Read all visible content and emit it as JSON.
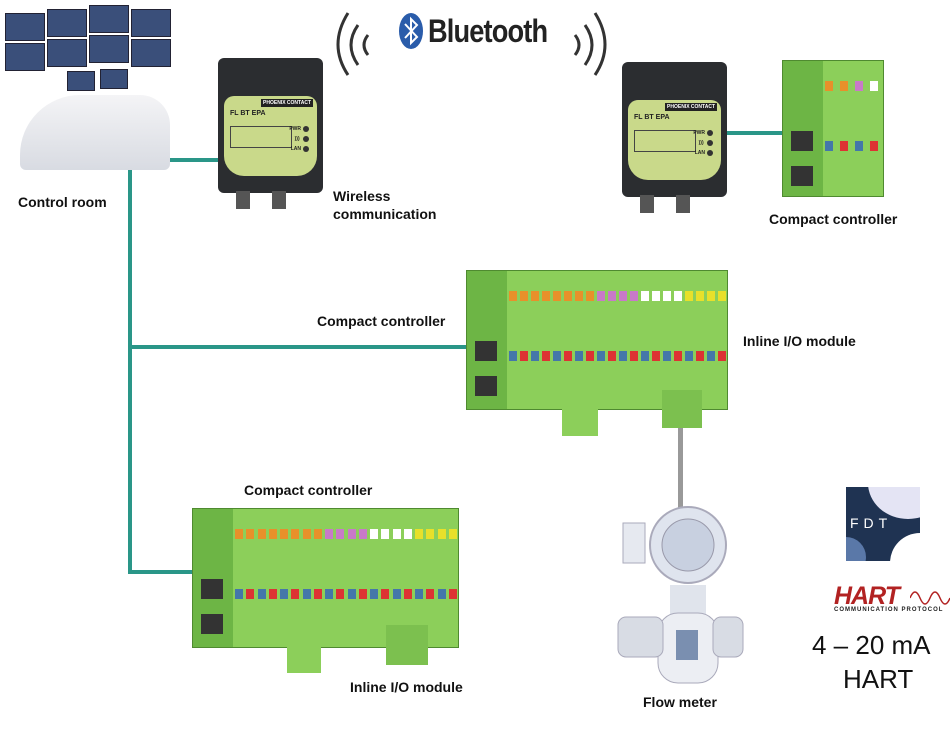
{
  "bluetooth": {
    "label": "Bluetooth",
    "color": "#2a5caa"
  },
  "labels": {
    "control_room": "Control room",
    "wireless": "Wireless\ncommunication",
    "compact_controller_top_right": "Compact controller",
    "compact_controller_middle": "Compact controller",
    "inline_io_middle": "Inline I/O module",
    "compact_controller_bottom": "Compact controller",
    "inline_io_bottom": "Inline I/O module",
    "flow_meter": "Flow meter"
  },
  "access_point": {
    "model": "FL BT EPA",
    "brand": "PHOENIX CONTACT",
    "leds": [
      "PWR",
      "))) ",
      "LAN"
    ]
  },
  "logos": {
    "fdt": "FDT",
    "hart": "HART",
    "hart_sub": "COMMUNICATION PROTOCOL"
  },
  "signal": {
    "line1": "4 – 20 mA",
    "line2": "HART"
  },
  "colors": {
    "network_line": "#2a9688",
    "module_green": "#8ccf5a",
    "hart_red": "#b22222",
    "fdt_navy": "#1f3352"
  }
}
